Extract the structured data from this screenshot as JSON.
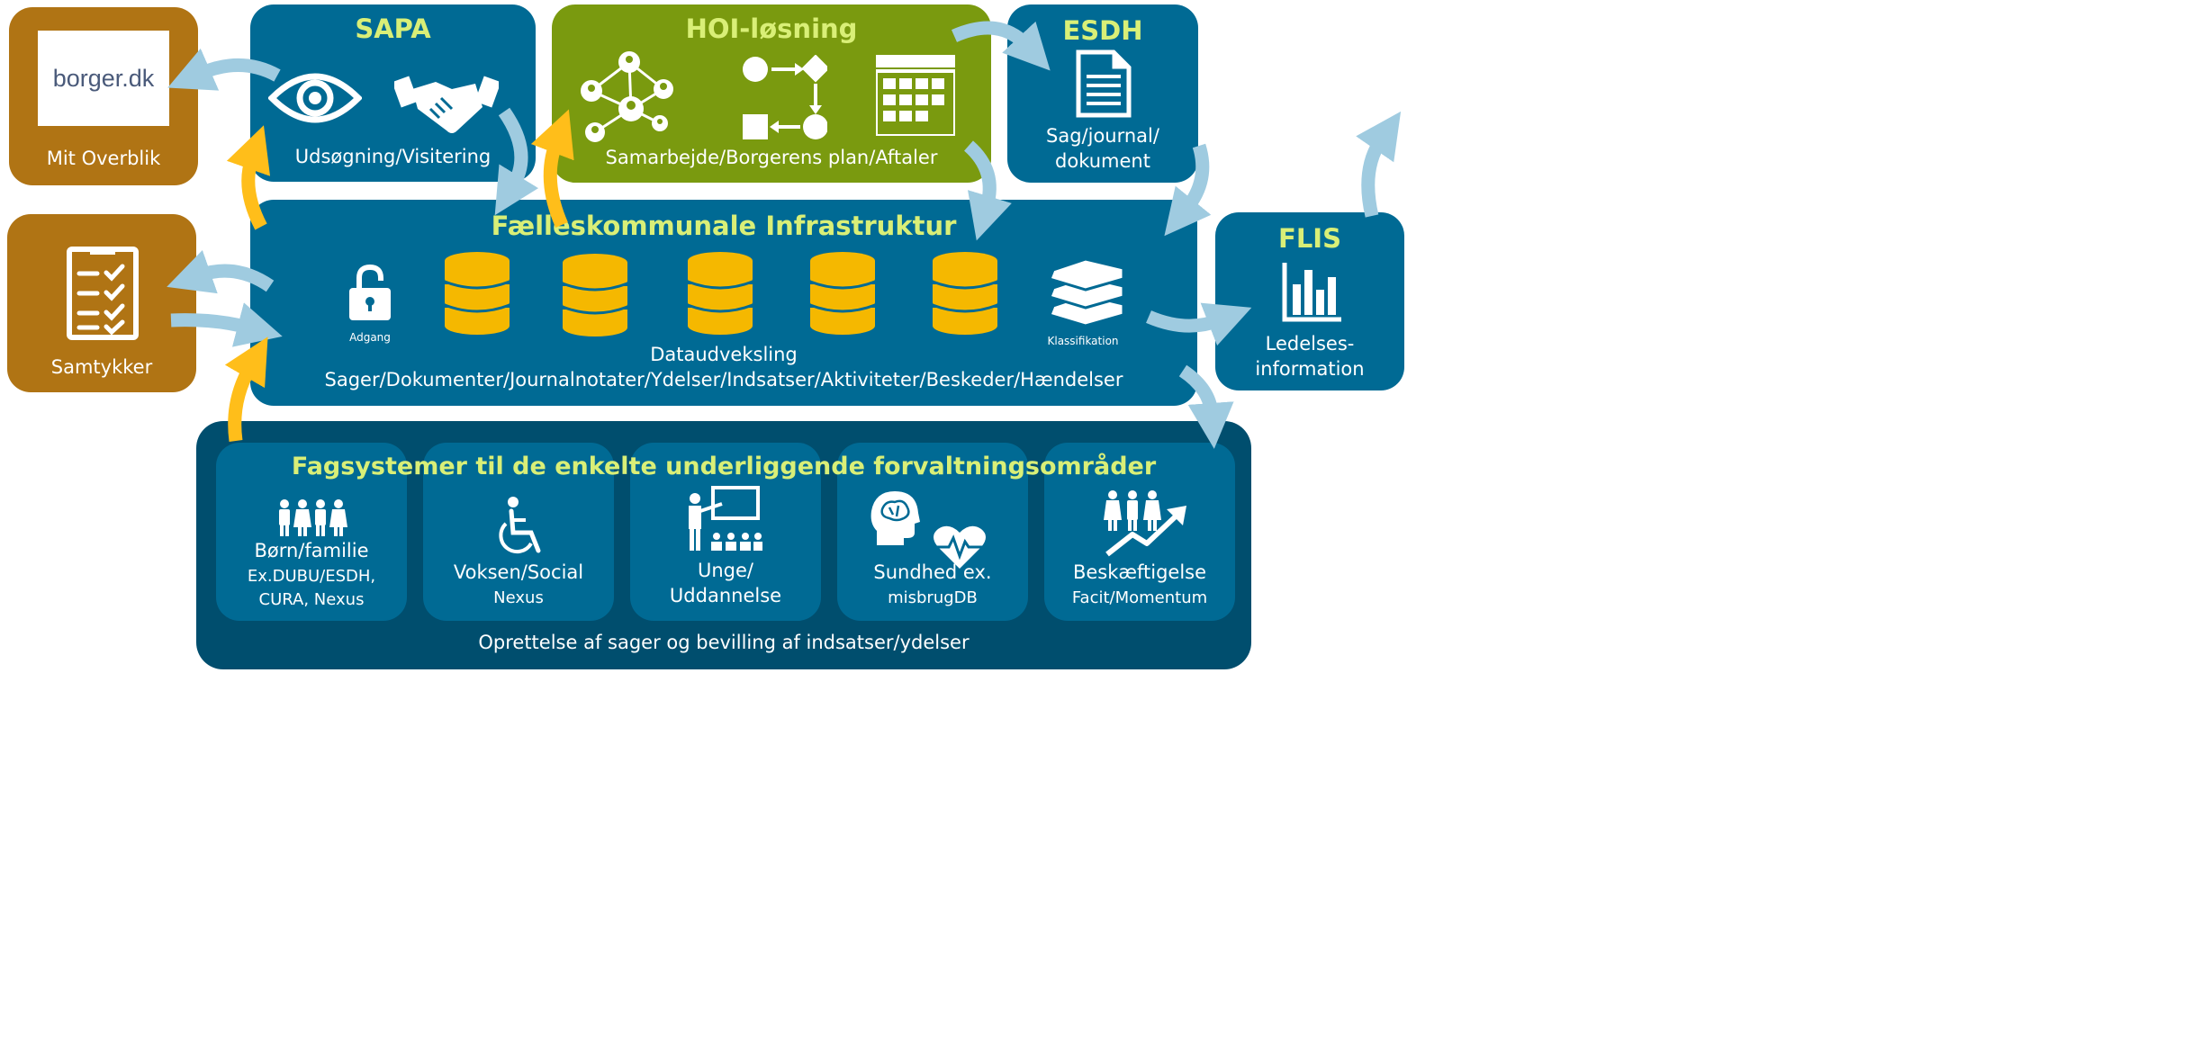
{
  "borger": {
    "logo_text": "borger.dk",
    "caption": "Mit Overblik"
  },
  "samtykker": {
    "caption": "Samtykker"
  },
  "sapa": {
    "title": "SAPA",
    "caption": "Udsøgning/Visitering"
  },
  "hoi": {
    "title": "HOI-løsning",
    "caption": "Samarbejde/Borgerens plan/Aftaler"
  },
  "esdh": {
    "title": "ESDH",
    "caption_line1": "Sag/journal/",
    "caption_line2": "dokument"
  },
  "flis": {
    "title": "FLIS",
    "caption_line1": "Ledelses-",
    "caption_line2": "information"
  },
  "infra": {
    "title": "Fælleskommunale Infrastruktur",
    "adgang_label": "Adgang",
    "klassifikation_label": "Klassifikation",
    "dataudveksling": "Dataudveksling",
    "items_line": "Sager/Dokumenter/Journalnotater/Ydelser/Indsatser/Aktiviteter/Beskeder/Hændelser"
  },
  "fag": {
    "title": "Fagsystemer til de enkelte underliggende forvaltningsområder",
    "footer": "Oprettelse af sager og bevilling af indsatser/ydelser",
    "boxes": [
      {
        "line1": "Børn/familie",
        "line2": "Ex.DUBU/ESDH,",
        "line3": "CURA, Nexus"
      },
      {
        "line1": "Voksen/Social",
        "line2": "Nexus"
      },
      {
        "line1": "Unge/",
        "line2": "Uddannelse"
      },
      {
        "line1": "Sundhed ex.",
        "line2": "misbrugDB"
      },
      {
        "line1": "Beskæftigelse",
        "line2": "Facit/Momentum"
      }
    ]
  },
  "colors": {
    "blue": "#006a94",
    "dark_blue": "#004e6e",
    "olive": "#7a9a0f",
    "brown": "#b07414",
    "title_green": "#d9ef77",
    "gold": "#f5b800",
    "arrow_light": "#9fcbe0",
    "arrow_yellow": "#ffbe1a"
  }
}
